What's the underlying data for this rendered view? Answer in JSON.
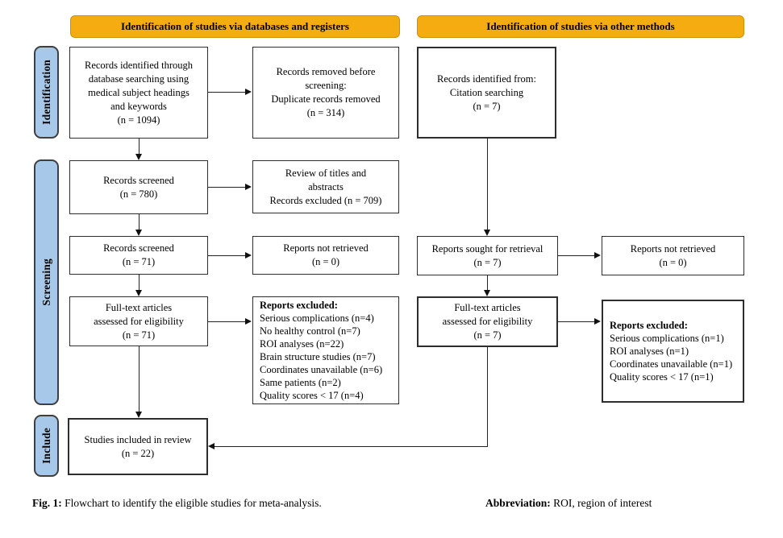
{
  "colors": {
    "header_fill": "#F4AC10",
    "header_border": "#D08E00",
    "band_fill": "#A8C8E9",
    "band_border": "#3F3F3F"
  },
  "headers": {
    "databases": "Identification of studies via databases and registers",
    "other": "Identification of studies via other methods"
  },
  "sidebar": {
    "identification": "Identification",
    "screening": "Screening",
    "include": "Include"
  },
  "boxes": {
    "records_identified": {
      "lines": [
        "Records identified through",
        "database searching using",
        "medical subject headings",
        "and keywords",
        "(n = 1094)"
      ]
    },
    "removed_before_screening": {
      "lines": [
        "Records removed before",
        "screening:",
        "Duplicate records removed",
        "(n = 314)"
      ]
    },
    "citation_searching": {
      "lines": [
        "Records identified from:",
        "Citation searching",
        "(n = 7)"
      ]
    },
    "records_screened_780": {
      "lines": [
        "Records screened",
        "(n = 780)"
      ]
    },
    "review_titles": {
      "lines": [
        "Review of titles and",
        "abstracts",
        "Records excluded (n = 709)"
      ]
    },
    "records_screened_71": {
      "lines": [
        "Records screened",
        "(n = 71)"
      ]
    },
    "reports_not_retrieved_db": {
      "lines": [
        "Reports not retrieved",
        "(n = 0)"
      ]
    },
    "reports_sought": {
      "lines": [
        "Reports sought for retrieval",
        "(n = 7)"
      ]
    },
    "reports_not_retrieved_other": {
      "lines": [
        "Reports not retrieved",
        "(n = 0)"
      ]
    },
    "fulltext_db": {
      "lines": [
        "Full-text articles",
        "assessed for eligibility",
        "(n = 71)"
      ]
    },
    "reports_excluded_db": {
      "title": "Reports excluded:",
      "lines": [
        "Serious complications (n=4)",
        "No healthy control (n=7)",
        "ROI analyses (n=22)",
        "Brain structure studies (n=7)",
        "Coordinates unavailable (n=6)",
        "Same patients (n=2)",
        "Quality scores < 17 (n=4)"
      ]
    },
    "fulltext_other": {
      "lines": [
        "Full-text articles",
        "assessed for eligibility",
        "(n = 7)"
      ]
    },
    "reports_excluded_other": {
      "title": "Reports excluded:",
      "lines": [
        "Serious complications (n=1)",
        "ROI analyses (n=1)",
        "Coordinates unavailable (n=1)",
        "Quality scores < 17 (n=1)"
      ]
    },
    "included": {
      "lines": [
        "Studies included in review",
        "(n = 22)"
      ]
    }
  },
  "caption": {
    "fig_label": "Fig. 1:",
    "fig_text": " Flowchart to identify the eligible studies for meta-analysis.",
    "abbr_label": "Abbreviation:",
    "abbr_text": " ROI, region of interest"
  }
}
